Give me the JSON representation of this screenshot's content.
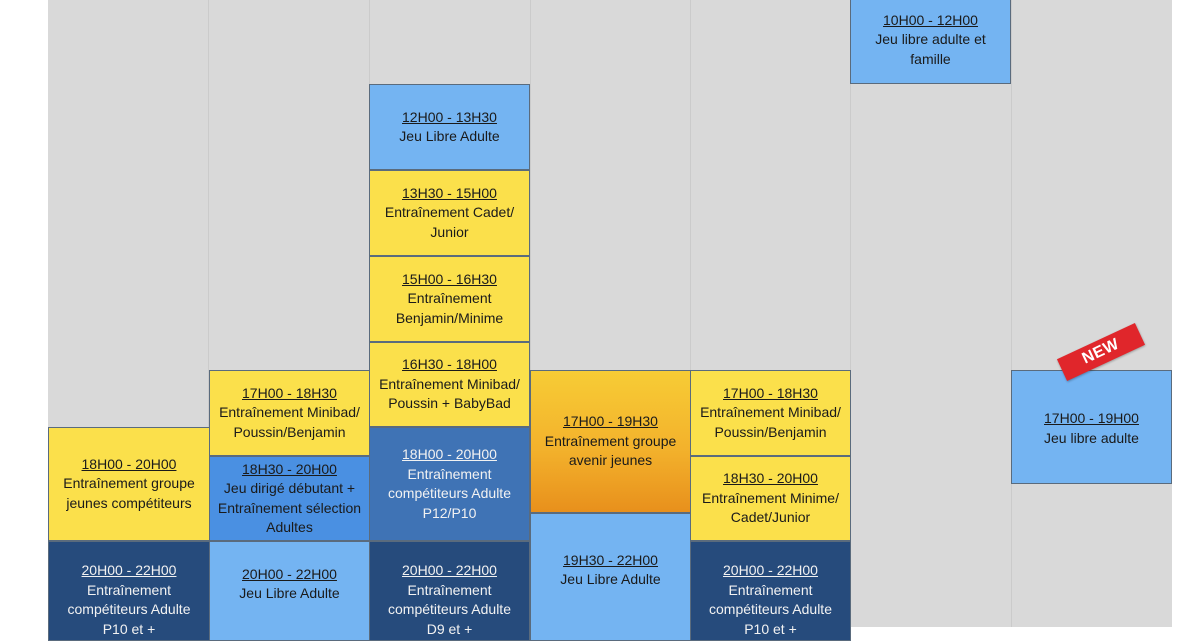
{
  "colors": {
    "background": "#d9d9d9",
    "yellow": "#fbe04b",
    "light_blue": "#74b4f2",
    "mid_blue": "#3f73b5",
    "dark_blue": "#264b7c",
    "orange": "#f3b22c",
    "badge_red": "#e0262b"
  },
  "badge": {
    "label": "NEW"
  },
  "slots": [
    {
      "time": "10H00 - 12H00",
      "desc": "Jeu libre adulte et\nfamille"
    },
    {
      "time": "12H00 - 13H30",
      "desc": "Jeu Libre Adulte"
    },
    {
      "time": "13H30 - 15H00",
      "desc": "Entraînement Cadet/\nJunior"
    },
    {
      "time": "15H00 - 16H30",
      "desc": "Entraînement\nBenjamin/Minime"
    },
    {
      "time": "16H30 - 18H00",
      "desc": "Entraînement Minibad/\nPoussin + BabyBad"
    },
    {
      "time": "17H00 - 18H30",
      "desc": "Entraînement Minibad/\nPoussin/Benjamin"
    },
    {
      "time": "18H30 - 20H00",
      "desc": "Jeu dirigé débutant  +\nEntraînement sélection\nAdultes"
    },
    {
      "time": "18H00 - 20H00",
      "desc": "Entraînement groupe\njeunes compétiteurs"
    },
    {
      "time": "20H00 - 22H00",
      "desc": "Entraînement\ncompétiteurs Adulte\nP10 et +"
    },
    {
      "time": "20H00 - 22H00",
      "desc": "Jeu Libre Adulte"
    },
    {
      "time": "18H00 - 20H00",
      "desc": "Entraînement\ncompétiteurs Adulte\nP12/P10"
    },
    {
      "time": "20H00 - 22H00",
      "desc": "Entraînement\ncompétiteurs Adulte\nD9 et +"
    },
    {
      "time": "17H00 - 19H30",
      "desc": "Entraînement groupe\navenir jeunes"
    },
    {
      "time": "19H30 - 22H00",
      "desc": "Jeu Libre Adulte"
    },
    {
      "time": "17H00 - 18H30",
      "desc": "Entraînement Minibad/\nPoussin/Benjamin"
    },
    {
      "time": "18H30 - 20H00",
      "desc": "Entraînement Minime/\nCadet/Junior"
    },
    {
      "time": "20H00 - 22H00",
      "desc": "Entraînement\ncompétiteurs Adulte\nP10 et +"
    },
    {
      "time": "17H00 - 19H00",
      "desc": "Jeu libre adulte"
    }
  ]
}
